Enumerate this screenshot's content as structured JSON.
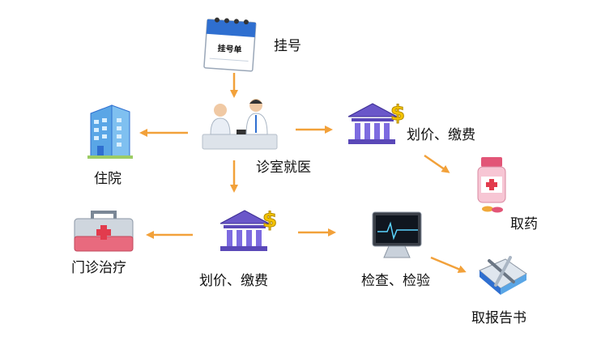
{
  "diagram": {
    "nodes": {
      "registration": {
        "label": "挂号",
        "form_text": "挂号单"
      },
      "consultation": {
        "label": "诊室就医"
      },
      "billing_top": {
        "label": "划价、缴费"
      },
      "pharmacy": {
        "label": "取药"
      },
      "hospitalization": {
        "label": "住院"
      },
      "billing_mid": {
        "label": "划价、缴费"
      },
      "outpatient_treatment": {
        "label": "门诊治疗"
      },
      "examination": {
        "label": "检查、检验"
      },
      "report": {
        "label": "取报告书"
      }
    },
    "arrows": [
      {
        "from": "registration",
        "to": "consultation"
      },
      {
        "from": "consultation",
        "to": "hospitalization"
      },
      {
        "from": "consultation",
        "to": "billing_top"
      },
      {
        "from": "billing_top",
        "to": "pharmacy"
      },
      {
        "from": "consultation",
        "to": "billing_mid"
      },
      {
        "from": "billing_mid",
        "to": "outpatient_treatment"
      },
      {
        "from": "billing_mid",
        "to": "examination"
      },
      {
        "from": "examination",
        "to": "report"
      }
    ],
    "colors": {
      "arrow": "#f2a13a",
      "accent_blue": "#2f6fd0",
      "coin": "#f5c400"
    }
  }
}
